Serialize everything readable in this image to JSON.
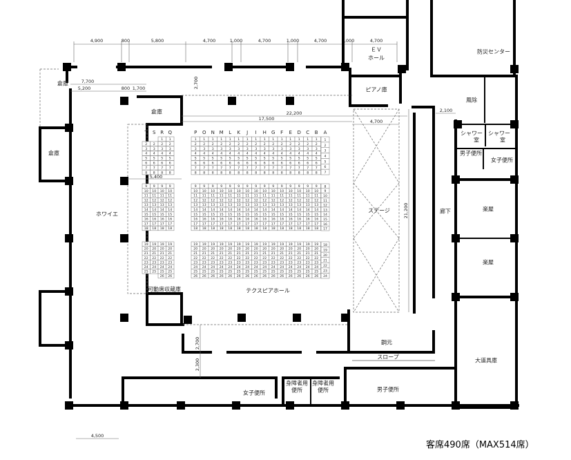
{
  "rooms": {
    "foyer": "ホワイエ",
    "storage_left": "倉庫",
    "storage_top_left": "倉庫",
    "storage_hall": "倉庫",
    "hall": "テクスピアホール",
    "seat_storage": "可動席収蔵庫",
    "stage": "ステージ",
    "piano_storage": "ピアノ庫",
    "ev_hall_line1": "ＥＶ",
    "ev_hall_line2": "ホール",
    "disaster_center": "防災センター",
    "windbreak": "風除",
    "shower1": "シャワー",
    "shower1b": "室",
    "shower2": "シャワー",
    "shower2b": "室",
    "mens_wc_right": "男子便所",
    "womens_wc_right": "女子便所",
    "corridor": "廊下",
    "dressing1": "楽屋",
    "dressing2": "楽屋",
    "prop_storage": "大道具庫",
    "wing": "鋼元",
    "slope": "スロープ",
    "womens_wc": "女子便所",
    "accessible_wc1a": "身障者用",
    "accessible_wc1b": "便所",
    "accessible_wc2a": "身障者用",
    "accessible_wc2b": "便所",
    "mens_wc": "男子便所"
  },
  "dimensions": {
    "top": [
      "4,900",
      "800",
      "5,800",
      "4,700",
      "1,000",
      "4,700",
      "1,000",
      "4,700",
      "1,000",
      "4,700"
    ],
    "foyer_total": "7,700",
    "foyer_parts": [
      "5,200",
      "800",
      "1,700"
    ],
    "lobby_top_depth": "2,700",
    "hall_width_total": "22,200",
    "hall_width_seats": "17,500",
    "stage_width": "4,700",
    "stage_depth": "21,200",
    "seat_aisle": "5,400",
    "corridor_width": "2,100",
    "lobby_bottom_depth": "2,700",
    "lobby_bottom_to_wc": "2,300",
    "entrance_width": "4,500"
  },
  "seating": {
    "side_columns": [
      "T",
      "S",
      "R",
      "Q"
    ],
    "main_columns": [
      "P",
      "O",
      "N",
      "M",
      "L",
      "K",
      "J",
      "I",
      "H",
      "G",
      "F",
      "E",
      "D",
      "C",
      "B"
    ],
    "end_column": "A",
    "row_blocks": [
      [
        1,
        8
      ],
      [
        9,
        18
      ],
      [
        19,
        26
      ]
    ],
    "end_column_blocks": [
      [
        1,
        7
      ],
      [
        8,
        17
      ],
      [
        18,
        24
      ]
    ]
  },
  "caption": "客席490席（MAX514席）"
}
